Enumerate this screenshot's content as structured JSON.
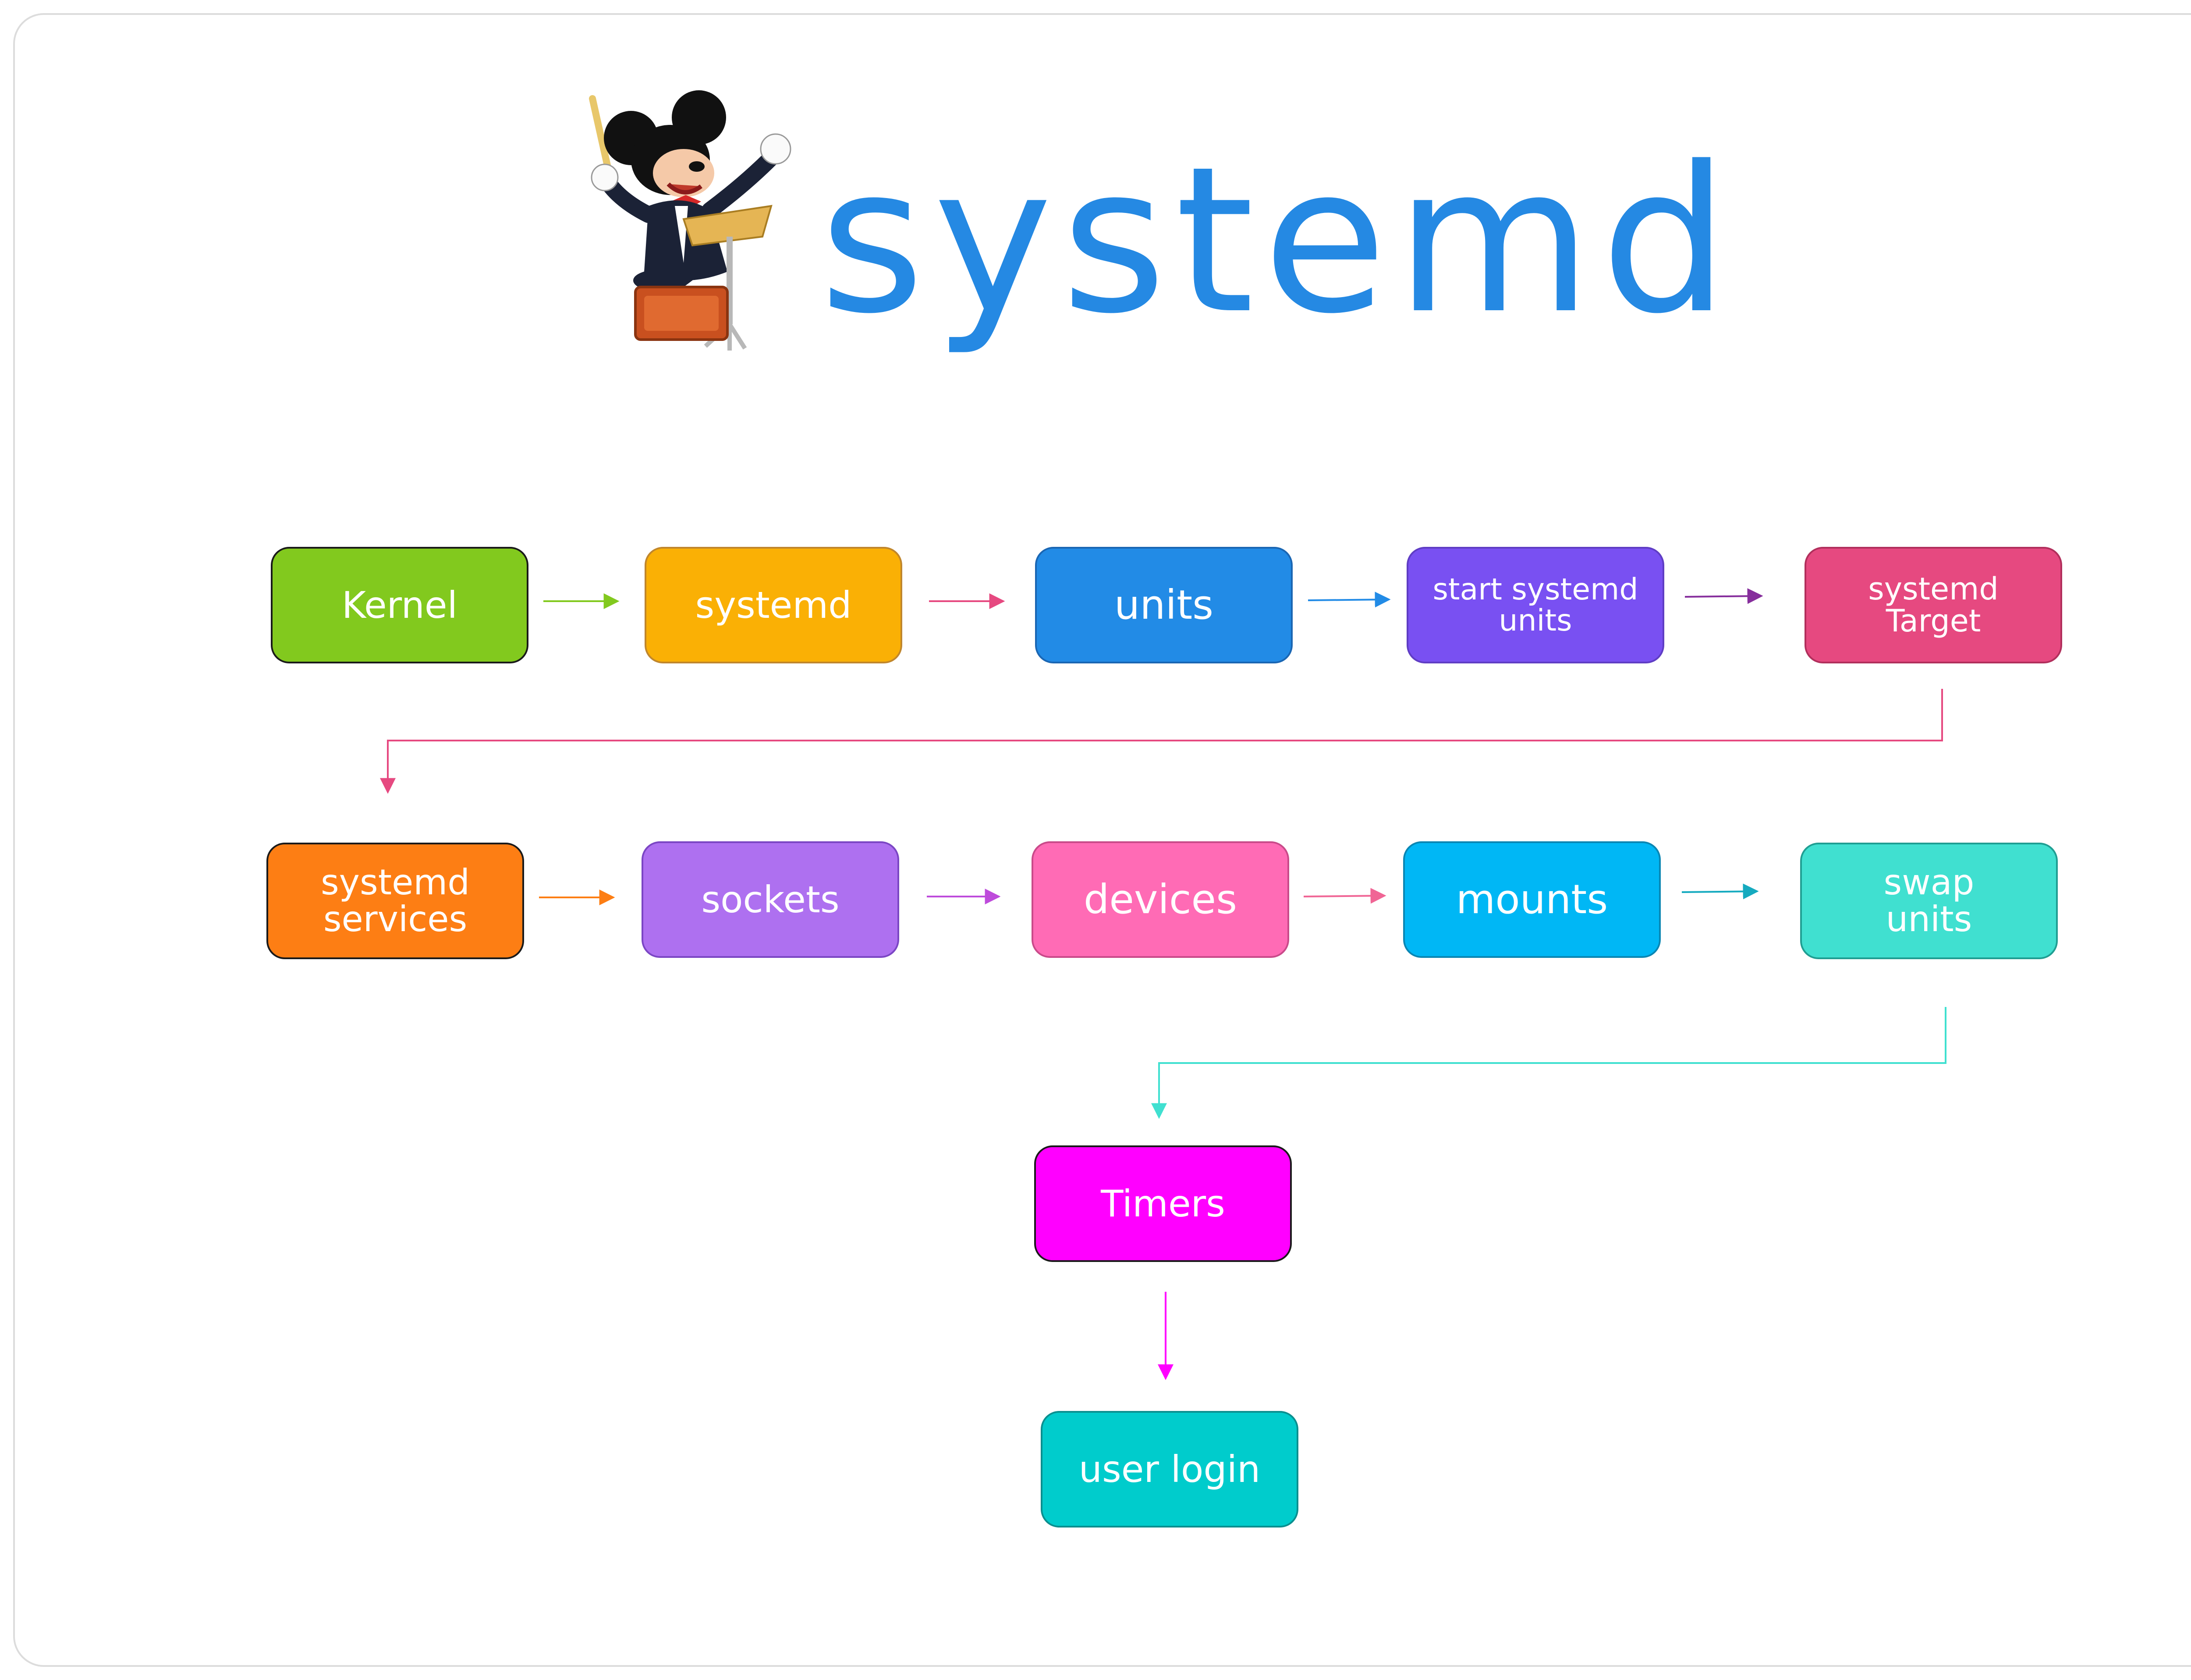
{
  "title": "systemd",
  "logo": {
    "icon": "mickey-conductor-mascot"
  },
  "colors": {
    "title": "#2589e3"
  },
  "nodes": [
    {
      "id": "kernel",
      "label": "Kernel",
      "fill": "#82c91e",
      "stroke": "#1a1a1a"
    },
    {
      "id": "systemd",
      "label": "systemd",
      "fill": "#fab005",
      "stroke": "#c0862c"
    },
    {
      "id": "units",
      "label": "units",
      "fill": "#228be6",
      "stroke": "#1a66b3"
    },
    {
      "id": "start-systemd-units",
      "label": "start systemd\nunits",
      "fill": "#7950f2",
      "stroke": "#5f3dc4"
    },
    {
      "id": "systemd-target",
      "label": "systemd\nTarget",
      "fill": "#e64980",
      "stroke": "#b12f5c"
    },
    {
      "id": "systemd-services",
      "label": "systemd\nservices",
      "fill": "#fd7e14",
      "stroke": "#1a1a1a"
    },
    {
      "id": "sockets",
      "label": "sockets",
      "fill": "#ae70f0",
      "stroke": "#7b46c4"
    },
    {
      "id": "devices",
      "label": "devices",
      "fill": "#ff6bb5",
      "stroke": "#c94a8a"
    },
    {
      "id": "mounts",
      "label": "mounts",
      "fill": "#00b7f5",
      "stroke": "#0a86b3"
    },
    {
      "id": "swap-units",
      "label": "swap\nunits",
      "fill": "#40e0d0",
      "stroke": "#1f9e92"
    },
    {
      "id": "timers",
      "label": "Timers",
      "fill": "#ff00ff",
      "stroke": "#1a1a1a"
    },
    {
      "id": "user-login",
      "label": "user login",
      "fill": "#00cccc",
      "stroke": "#0a8f8f"
    }
  ],
  "edges": [
    {
      "from": "kernel",
      "to": "systemd",
      "color": "#82c91e"
    },
    {
      "from": "systemd",
      "to": "units",
      "color": "#e64980"
    },
    {
      "from": "units",
      "to": "start-systemd-units",
      "color": "#228be6"
    },
    {
      "from": "start-systemd-units",
      "to": "systemd-target",
      "color": "#862e9c"
    },
    {
      "from": "systemd-target",
      "to": "systemd-services",
      "color": "#e64980"
    },
    {
      "from": "systemd-services",
      "to": "sockets",
      "color": "#fd7e14"
    },
    {
      "from": "sockets",
      "to": "devices",
      "color": "#be4bdb"
    },
    {
      "from": "devices",
      "to": "mounts",
      "color": "#f06595"
    },
    {
      "from": "mounts",
      "to": "swap-units",
      "color": "#15aabf"
    },
    {
      "from": "swap-units",
      "to": "timers",
      "color": "#40e0d0"
    },
    {
      "from": "timers",
      "to": "user-login",
      "color": "#ff00ff"
    }
  ]
}
